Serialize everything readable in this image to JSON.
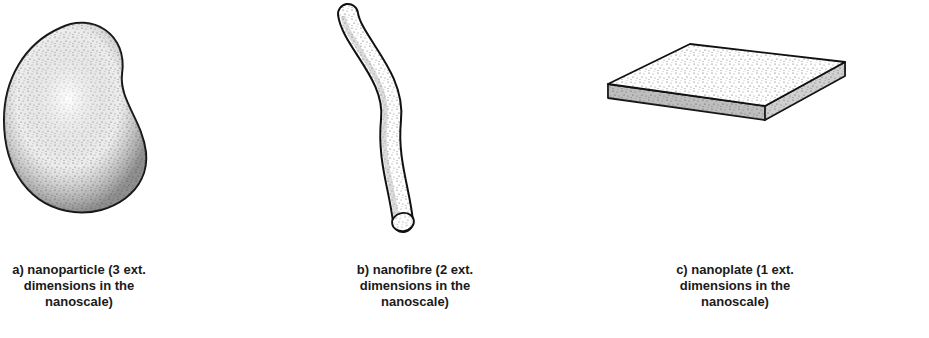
{
  "diagram": {
    "labels": [
      "a) nanoparticle (3 ext. dimensions in the nanoscale)",
      "b) nanofibre (2 ext. dimensions in the nanoscale)",
      "c) nanoplate (1 ext. dimensions in the nanoscale)"
    ]
  }
}
